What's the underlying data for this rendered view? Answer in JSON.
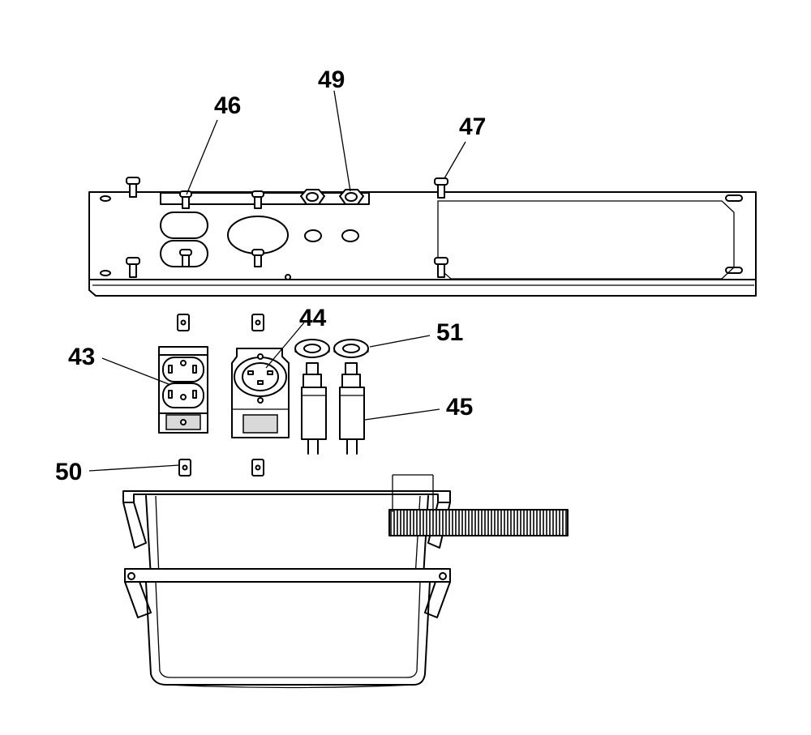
{
  "callouts": {
    "c43": "43",
    "c44": "44",
    "c45": "45",
    "c46": "46",
    "c47": "47",
    "c49": "49",
    "c50": "50",
    "c51": "51"
  },
  "colors": {
    "line": "#000000",
    "background": "#ffffff",
    "shade": "#d9d9d9"
  }
}
